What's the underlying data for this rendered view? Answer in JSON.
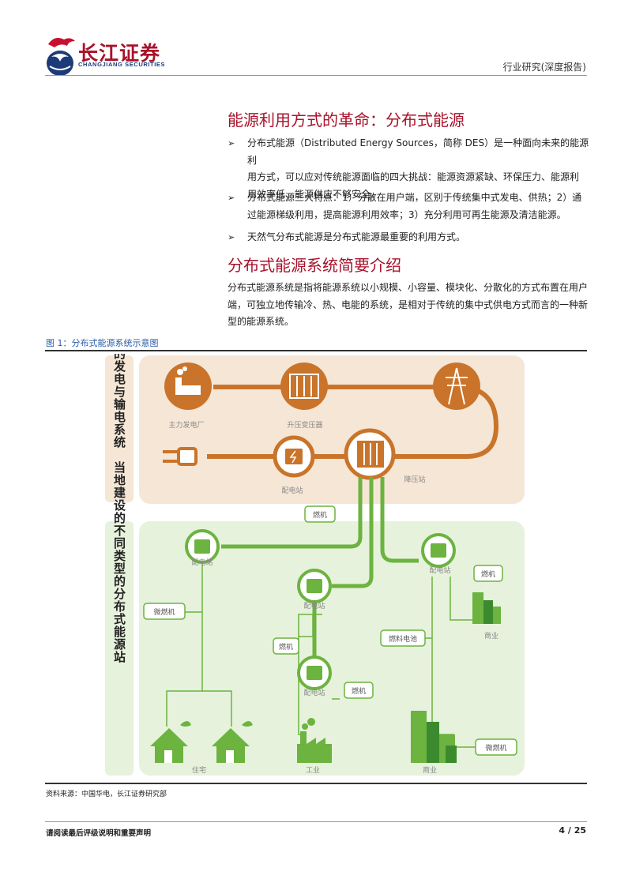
{
  "header": {
    "brand_cn": "长江证券",
    "brand_en": "CHANGJIANG SECURITIES",
    "category": "行业研究(深度报告)"
  },
  "section1": {
    "title": "能源利用方式的革命：分布式能源",
    "bullets": [
      [
        "分布式能源（Distributed Energy Sources，简称 DES）是一种面向未来的能源利",
        "用方式，可以应对传统能源面临的四大挑战：能源资源紧缺、环保压力、能源利",
        "用效率低、能源供应不够安全。"
      ],
      [
        "分布式能源三大特点：1）分散在用户端，区别于传统集中式发电、供热；2）通",
        "过能源梯级利用，提高能源利用效率；3）充分利用可再生能源及清洁能源。"
      ],
      [
        "天然气分布式能源是分布式能源最重要的利用方式。"
      ]
    ],
    "bullet_symbol": "➢"
  },
  "section2": {
    "title": "分布式能源系统简要介绍",
    "paragraph": [
      "分布式能源系统是指将能源系统以小规模、小容量、模块化、分散化的方式布置在用户",
      "端，可独立地传输冷、热、电能的系统，是相对于传统的集中式供电方式而言的一种新",
      "型的能源系统。"
    ]
  },
  "figure": {
    "caption": "图 1：分布式能源系统示意图",
    "left_label_top": "远方电厂的发电与输电系统",
    "left_label_bottom": "当地建设的不同类型的分布式能源站",
    "labels": {
      "power_plant": "主力发电厂",
      "step_up": "升压变压器",
      "step_down": "降压站",
      "dist_top": "配电站",
      "gas_engine": "燃机",
      "dist_left": "配电站",
      "dist_mid": "配电站",
      "dist_right": "配电站",
      "dist_bottom": "配电站",
      "micro_left": "微燃机",
      "gas_mid": "燃机",
      "gas_bottom": "燃机",
      "fuel_cell": "燃料电池",
      "gas_right": "燃机",
      "commerce_right": "商业",
      "residential": "住宅",
      "industry": "工业",
      "commerce_bottom": "商业",
      "micro_right": "微燃机"
    },
    "colors": {
      "orange": "#c9742a",
      "orange_bg": "#f5e6d6",
      "green": "#6cb33f",
      "green_bg": "#e6f2db",
      "dark_green": "#3c8a2e"
    }
  },
  "source": "资料来源：中国华电，长江证券研究部",
  "footer": {
    "disclaimer": "请阅读最后评级说明和重要声明",
    "page": "4 / 25"
  }
}
